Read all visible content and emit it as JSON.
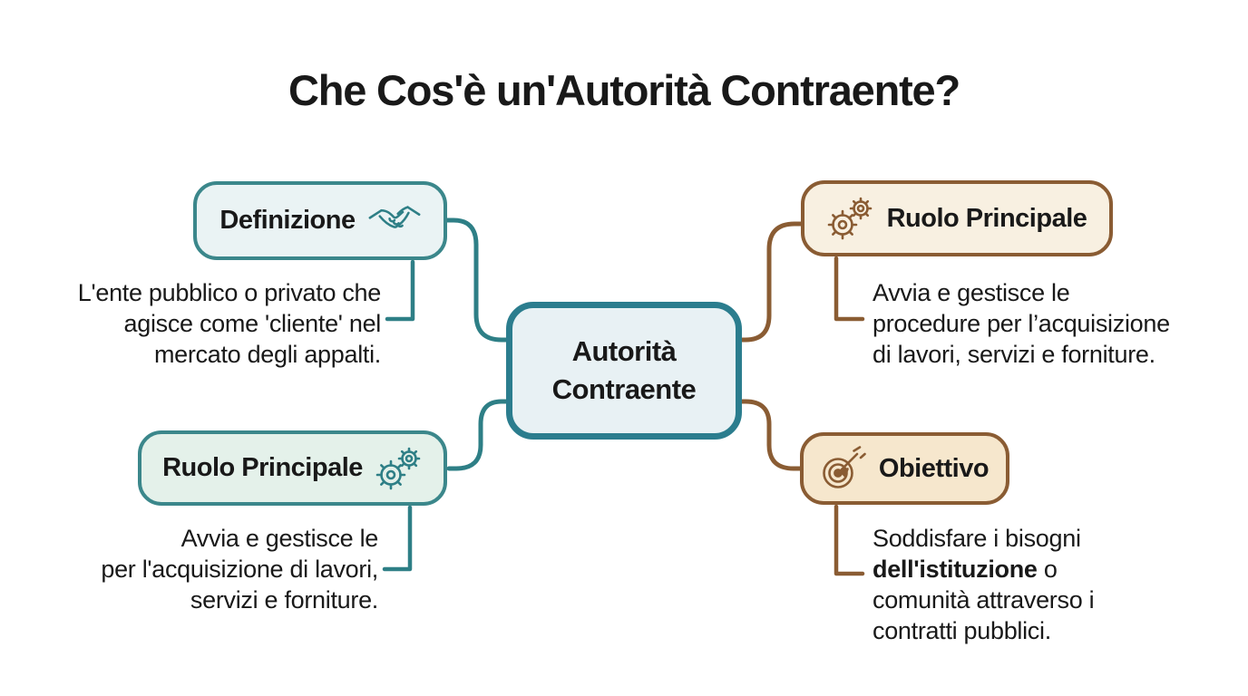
{
  "title": "Che Cos'è un'Autorità Contraente?",
  "center": {
    "label": "Autorità\nContraente"
  },
  "branches": {
    "definizione": {
      "label": "Definizione",
      "icon": "handshake-icon",
      "desc": "L'ente pubblico o privato che\nagisce come 'cliente' nel\nmercato degli appalti."
    },
    "ruolo_principale_left": {
      "label": "Ruolo Principale",
      "icon": "gears-icon",
      "desc": "Avvia e gestisce le\nper l'acquisizione di lavori,\nservizi e forniture."
    },
    "ruolo_principale_right": {
      "label": "Ruolo Principale",
      "icon": "gears-icon",
      "desc": "Avvia e gestisce le\nprocedure per l’acquisizione\ndi lavori, servizi e forniture."
    },
    "obiettivo": {
      "label": "Obiettivo",
      "icon": "target-icon",
      "desc_before": "Soddisfare i bisogni\n",
      "desc_bold": "dell'istituzione",
      "desc_after": " o\ncomunità attraverso i\ncontratti pubblici."
    }
  },
  "colors": {
    "ink": "#191919",
    "teal": "#2e7f86",
    "teal_border": "#3b878b",
    "teal_bg": "#eaf3f4",
    "mint_bg": "#e4f1ea",
    "center_bg": "#e8f1f4",
    "center_border": "#2b7d8e",
    "brown": "#8a5c33",
    "cream_bg": "#f8f0e1",
    "peach_bg": "#f6e7cd"
  }
}
